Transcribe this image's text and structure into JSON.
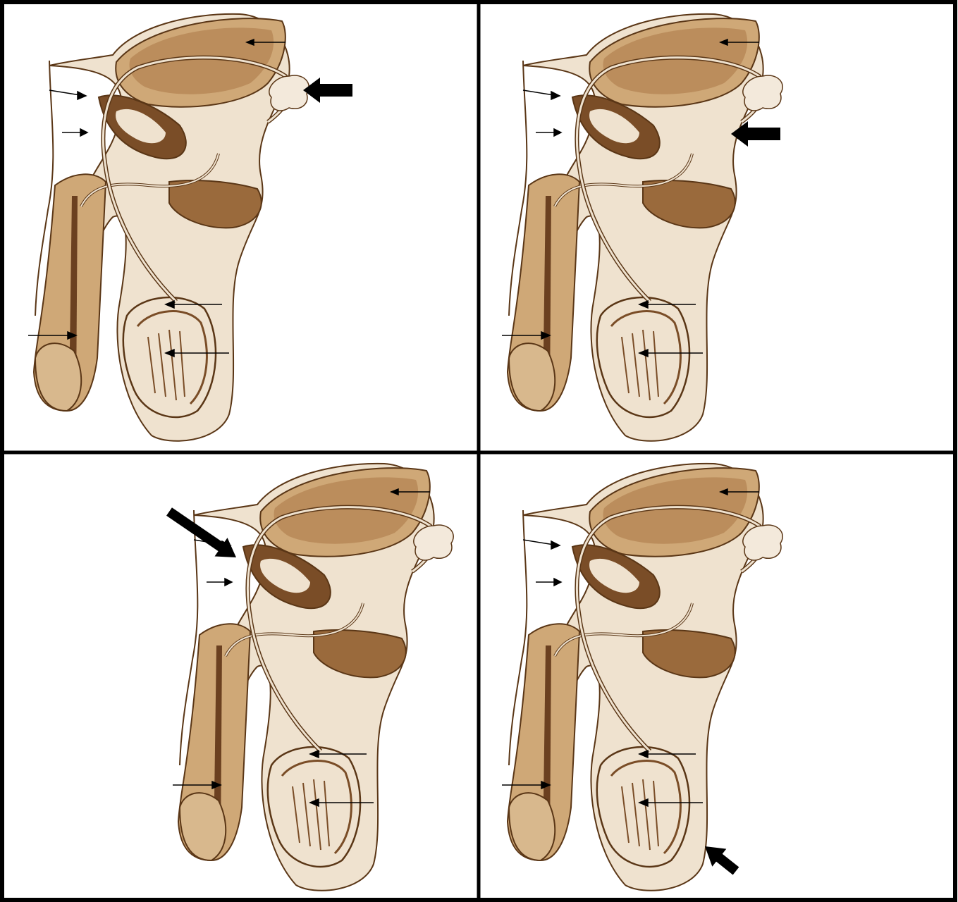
{
  "colors": {
    "tissue_light": "#efe2cf",
    "tissue_mid": "#cfa877",
    "tissue_dark": "#7a4d27",
    "outline": "#5a3616",
    "arrow": "#000000",
    "border": "#000000"
  },
  "panels": [
    {
      "highlight": "seminal-vesicle",
      "arrow_style": "block-left"
    },
    {
      "highlight": "prostate-duct",
      "arrow_style": "block-left"
    },
    {
      "highlight": "vas-deferens-loop",
      "arrow_style": "diagonal-down-right"
    },
    {
      "highlight": "scrotum",
      "arrow_style": "diagonal-up-left"
    }
  ]
}
